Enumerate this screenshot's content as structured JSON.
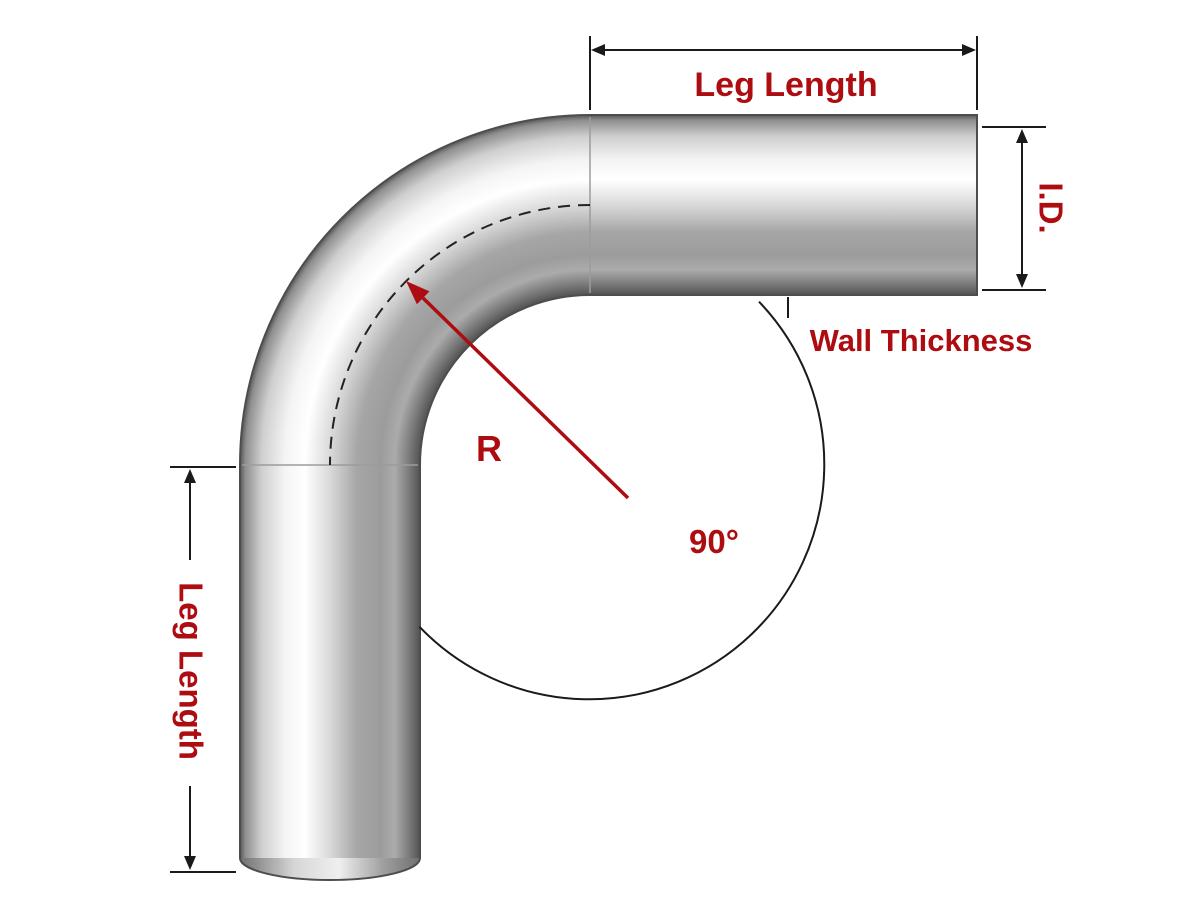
{
  "diagram": {
    "title": "90-degree mandrel tube bend dimension diagram",
    "labels": {
      "leg_length_top": "Leg Length",
      "leg_length_left": "Leg Length",
      "inner_diameter": "I.D.",
      "wall_thickness": "Wall Thickness",
      "radius": "R",
      "bend_angle": "90°"
    },
    "colors": {
      "label_red": "#ad0c10",
      "line_black": "#1a1a1a",
      "background": "#ffffff"
    }
  }
}
